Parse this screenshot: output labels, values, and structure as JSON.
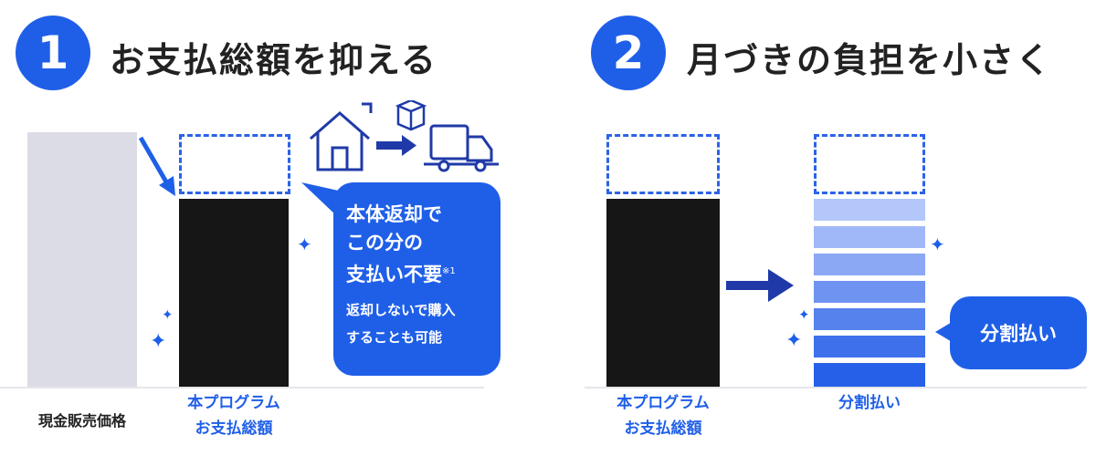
{
  "section1": {
    "number": "1",
    "title": "お支払総額を抑える",
    "bar_labels": {
      "cash_price": "現金販売価格",
      "program_total_line1": "本プログラム",
      "program_total_line2": "お支払総額"
    },
    "bubble": {
      "line1": "本体返却で",
      "line2": "この分の",
      "line3": "支払い不要",
      "footnote": "※1",
      "sub_line1": "返却しないで購入",
      "sub_line2": "することも可能"
    },
    "icons": [
      "house-icon",
      "box-icon",
      "arrow-right-icon",
      "truck-icon"
    ]
  },
  "section2": {
    "number": "2",
    "title": "月づきの負担を小さく",
    "bar_labels": {
      "program_total_line1": "本プログラム",
      "program_total_line2": "お支払総額",
      "installment": "分割払い"
    },
    "bubble": {
      "text": "分割払い"
    },
    "installment_count": 7
  },
  "colors": {
    "accent": "#1f5fe8",
    "bar_dark": "#161616",
    "bar_gray": "#dcdce6"
  }
}
